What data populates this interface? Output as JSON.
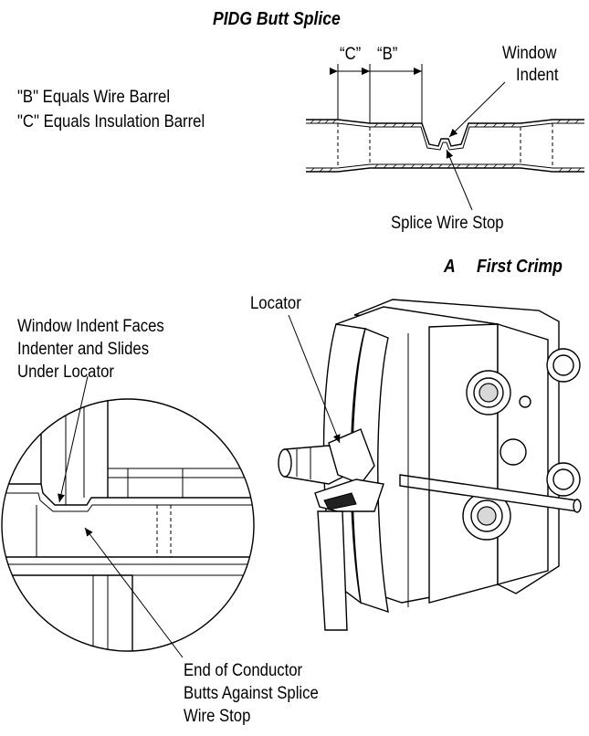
{
  "title": "PIDG Butt Splice",
  "legend": {
    "b_line": "\"B\"  Equals Wire Barrel",
    "c_line": "\"C\"  Equals Insulation Barrel"
  },
  "splice_labels": {
    "dim_c": "“C”",
    "dim_b": "“B”",
    "window_indent_1": "Window",
    "window_indent_2": "Indent",
    "wire_stop": "Splice Wire Stop"
  },
  "section": {
    "letter": "A",
    "name": "First Crimp"
  },
  "tool_labels": {
    "locator": "Locator",
    "window_faces_1": "Window Indent Faces",
    "window_faces_2": "Indenter and Slides",
    "window_faces_3": "Under Locator",
    "end_conductor_1": "End of Conductor",
    "end_conductor_2": "Butts Against Splice",
    "end_conductor_3": "Wire Stop"
  }
}
